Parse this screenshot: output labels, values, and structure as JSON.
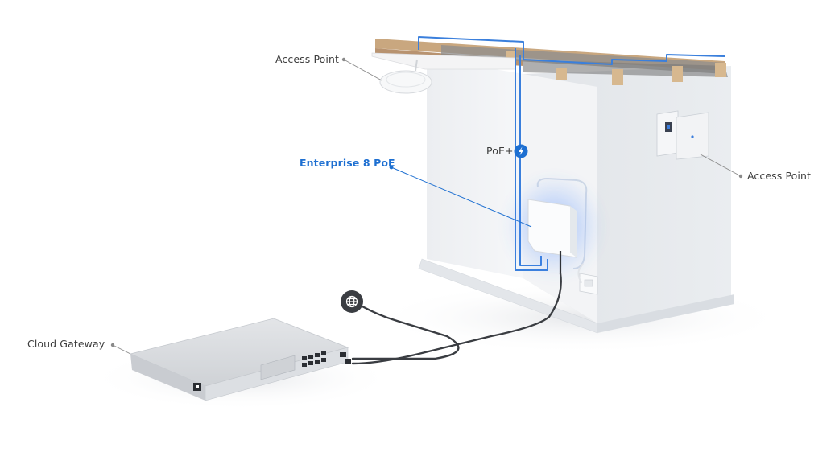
{
  "labels": {
    "access_point_top": "Access Point",
    "access_point_right": "Access Point",
    "enterprise": "Enterprise 8 PoE",
    "poe": "PoE+",
    "cloud_gateway": "Cloud Gateway"
  },
  "colors": {
    "accent": "#1d6fd1",
    "poe_cable": "#3a7fdc",
    "label_text": "#3c3c3c",
    "leader_line": "#8a8a8a",
    "wall": "#eef0f3",
    "ethernet_cable": "#3a3d42"
  },
  "icons": {
    "poe": "lightning-bolt-icon",
    "internet": "globe-icon"
  }
}
